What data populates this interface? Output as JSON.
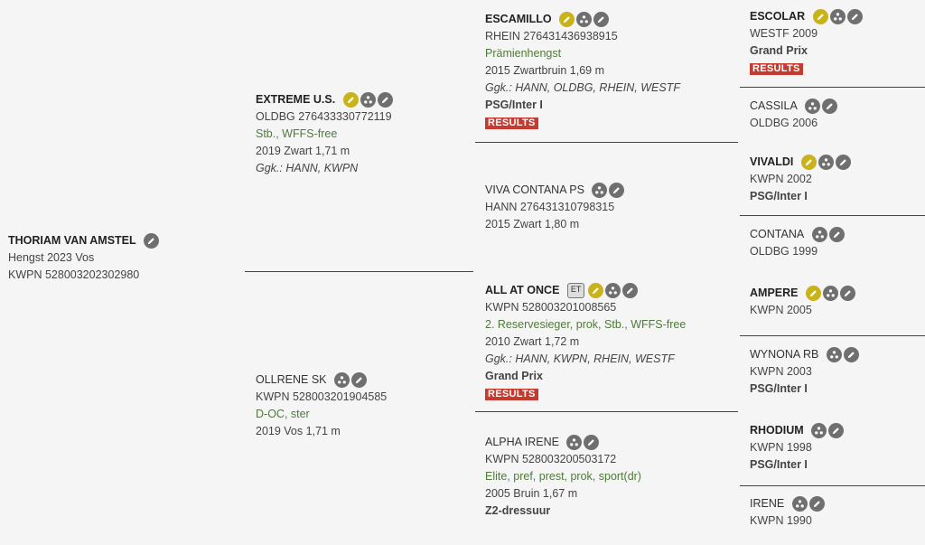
{
  "horse": {
    "name": "THORIAM VAN AMSTEL",
    "line1": "Hengst 2023 Vos",
    "line2": "KWPN 528003202302980"
  },
  "sire": {
    "name": "EXTREME U.S.",
    "reg": "OLDBG 276433330772119",
    "predicates": "Stb., WFFS-free",
    "info": "2019 Zwart 1,71 m",
    "approvals": "Ggk.: HANN, KWPN"
  },
  "dam": {
    "name": "OLLRENE SK",
    "reg": "KWPN 528003201904585",
    "predicates": "D-OC, ster",
    "info": "2019 Vos 1,71 m"
  },
  "ss": {
    "name": "ESCAMILLO",
    "reg": "RHEIN 276431436938915",
    "predicates": "Prämienhengst",
    "info": "2015 Zwartbruin 1,69 m",
    "approvals": "Ggk.: HANN, OLDBG, RHEIN, WESTF",
    "sport": "PSG/Inter I",
    "results": "RESULTS"
  },
  "sd": {
    "name": "VIVA CONTANA PS",
    "reg": "HANN 276431310798315",
    "info": "2015 Zwart 1,80 m"
  },
  "ds": {
    "badge": "ET",
    "name": "ALL AT ONCE",
    "reg": "KWPN 528003201008565",
    "predicates": "2. Reservesieger, prok, Stb., WFFS-free",
    "info": "2010 Zwart 1,72 m",
    "approvals": "Ggk.: HANN, KWPN, RHEIN, WESTF",
    "sport": "Grand Prix",
    "results": "RESULTS"
  },
  "dd": {
    "name": "ALPHA IRENE",
    "reg": "KWPN 528003200503172",
    "predicates": "Elite, pref, prest, prok, sport(dr)",
    "info": "2005 Bruin 1,67 m",
    "sport": "Z2-dressuur"
  },
  "sss": {
    "name": "ESCOLAR",
    "info": "WESTF 2009",
    "sport": "Grand Prix",
    "results": "RESULTS"
  },
  "ssd": {
    "name": "CASSILA",
    "info": "OLDBG 2006"
  },
  "sds": {
    "name": "VIVALDI",
    "info": "KWPN 2002",
    "sport": "PSG/Inter I"
  },
  "sdd": {
    "name": "CONTANA",
    "info": "OLDBG 1999"
  },
  "dss": {
    "name": "AMPERE",
    "info": "KWPN 2005"
  },
  "dsd": {
    "name": "WYNONA RB",
    "info": "KWPN 2003",
    "sport": "PSG/Inter I"
  },
  "dds": {
    "name": "RHODIUM",
    "info": "KWPN 1998",
    "sport": "PSG/Inter I"
  },
  "ddd": {
    "name": "IRENE",
    "info": "KWPN 1990"
  },
  "icons": {
    "gold": "pencil-icon",
    "tree": "pedigree-tree-icon",
    "edit": "edit-icon",
    "colors": {
      "gold": "#c9b21a",
      "grey": "#6f6f6f",
      "results": "#c43b2f",
      "predicate": "#4f7a3a"
    }
  }
}
